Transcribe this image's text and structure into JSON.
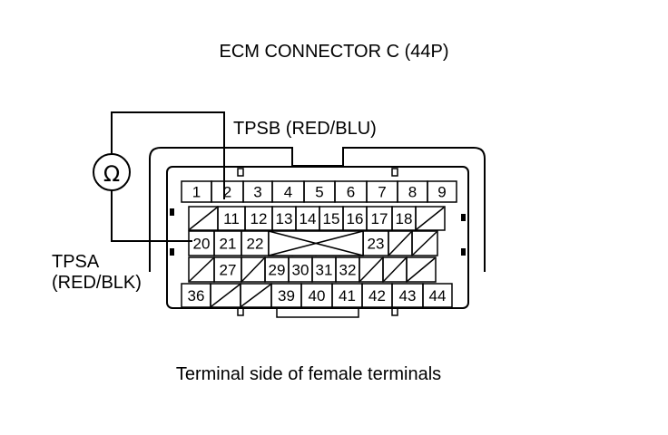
{
  "title": "ECM CONNECTOR C (44P)",
  "labels": {
    "tpsb": "TPSB (RED/BLU)",
    "tpsa_line1": "TPSA",
    "tpsa_line2": "(RED/BLK)"
  },
  "caption": "Terminal side of female terminals",
  "ohmmeter_symbol": "Ω",
  "icons": [
    "ohmmeter-icon"
  ],
  "terminal_rows": [
    [
      "1",
      "2",
      "3",
      "4",
      "5",
      "6",
      "7",
      "8",
      "9"
    ],
    [
      "",
      "11",
      "12",
      "13",
      "14",
      "15",
      "16",
      "17",
      "18",
      ""
    ],
    [
      "20",
      "21",
      "22",
      "",
      "",
      "",
      "",
      "23",
      "",
      ""
    ],
    [
      "",
      "27",
      "",
      "29",
      "30",
      "31",
      "32",
      "",
      "",
      ""
    ],
    [
      "36",
      "",
      "",
      "39",
      "40",
      "41",
      "42",
      "43",
      "44"
    ]
  ]
}
